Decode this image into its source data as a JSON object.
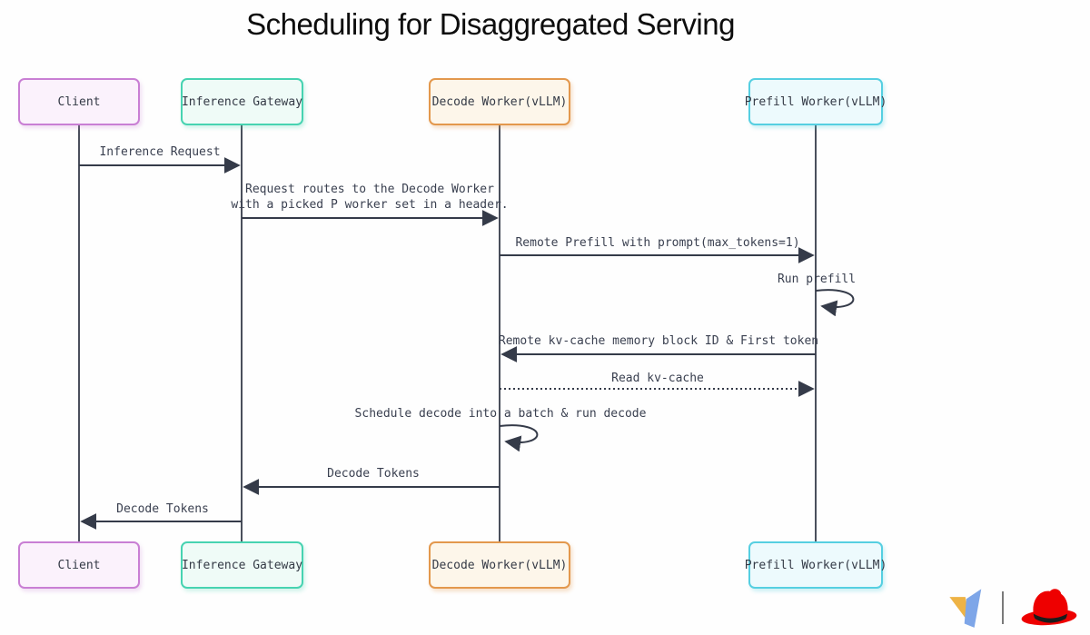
{
  "title": "Scheduling for Disaggregated Serving",
  "participants": [
    {
      "id": "client",
      "label": "Client"
    },
    {
      "id": "gateway",
      "label": "Inference Gateway"
    },
    {
      "id": "decode",
      "label": "Decode Worker(vLLM)"
    },
    {
      "id": "prefill",
      "label": "Prefill Worker(vLLM)"
    }
  ],
  "messages": [
    {
      "from": "Client",
      "to": "Inference Gateway",
      "style": "solid",
      "label": "Inference Request"
    },
    {
      "from": "Inference Gateway",
      "to": "Decode Worker(vLLM)",
      "style": "solid",
      "label_line1": "Request routes to the Decode Worker",
      "label_line2": "with a picked P worker set in a header."
    },
    {
      "from": "Decode Worker(vLLM)",
      "to": "Prefill Worker(vLLM)",
      "style": "solid",
      "label": "Remote Prefill with prompt(max_tokens=1)"
    },
    {
      "from": "Prefill Worker(vLLM)",
      "to": "Prefill Worker(vLLM)",
      "style": "self-loop",
      "label": "Run prefill"
    },
    {
      "from": "Prefill Worker(vLLM)",
      "to": "Decode Worker(vLLM)",
      "style": "solid",
      "label": "Remote kv-cache memory block ID & First token"
    },
    {
      "from": "Decode Worker(vLLM)",
      "to": "Prefill Worker(vLLM)",
      "style": "dotted",
      "label": "Read kv-cache"
    },
    {
      "from": "Decode Worker(vLLM)",
      "to": "Decode Worker(vLLM)",
      "style": "self-loop",
      "label": "Schedule decode into a batch & run decode"
    },
    {
      "from": "Decode Worker(vLLM)",
      "to": "Inference Gateway",
      "style": "solid",
      "label": "Decode Tokens"
    },
    {
      "from": "Inference Gateway",
      "to": "Client",
      "style": "solid",
      "label": "Decode Tokens"
    }
  ],
  "icons": {
    "vllm_logo": "vllm-logo",
    "redhat_logo": "redhat-fedora-logo"
  },
  "colors": {
    "client_border": "#c97fd4",
    "client_fill": "#fbf2fc",
    "gateway_border": "#47d3b1",
    "gateway_fill": "#effbf7",
    "decode_border": "#e3984d",
    "decode_fill": "#fdf6ea",
    "prefill_border": "#56cfe1",
    "prefill_fill": "#edfafd",
    "line": "#353b49",
    "text": "#3a4050",
    "vllm_yellow": "#eeb345",
    "vllm_blue": "#7ea6e8",
    "redhat_red": "#ee0000"
  }
}
